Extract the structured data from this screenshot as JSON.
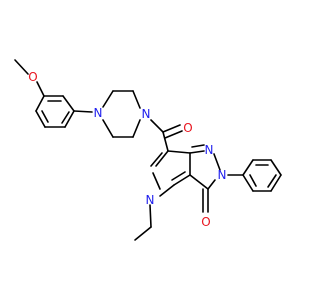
{
  "colors": {
    "bond": "#000000",
    "nitrogen": "#1f1fee",
    "oxygen": "#e8151f"
  },
  "atoms": {
    "o_methoxy": "O",
    "n_piperazine_1": "N",
    "n_piperazine_4": "N",
    "o_carbonyl": "O",
    "n_pyrazole_1": "N",
    "n_pyrazole_2": "N",
    "n_pyridinone": "N",
    "o_ketone": "O"
  }
}
